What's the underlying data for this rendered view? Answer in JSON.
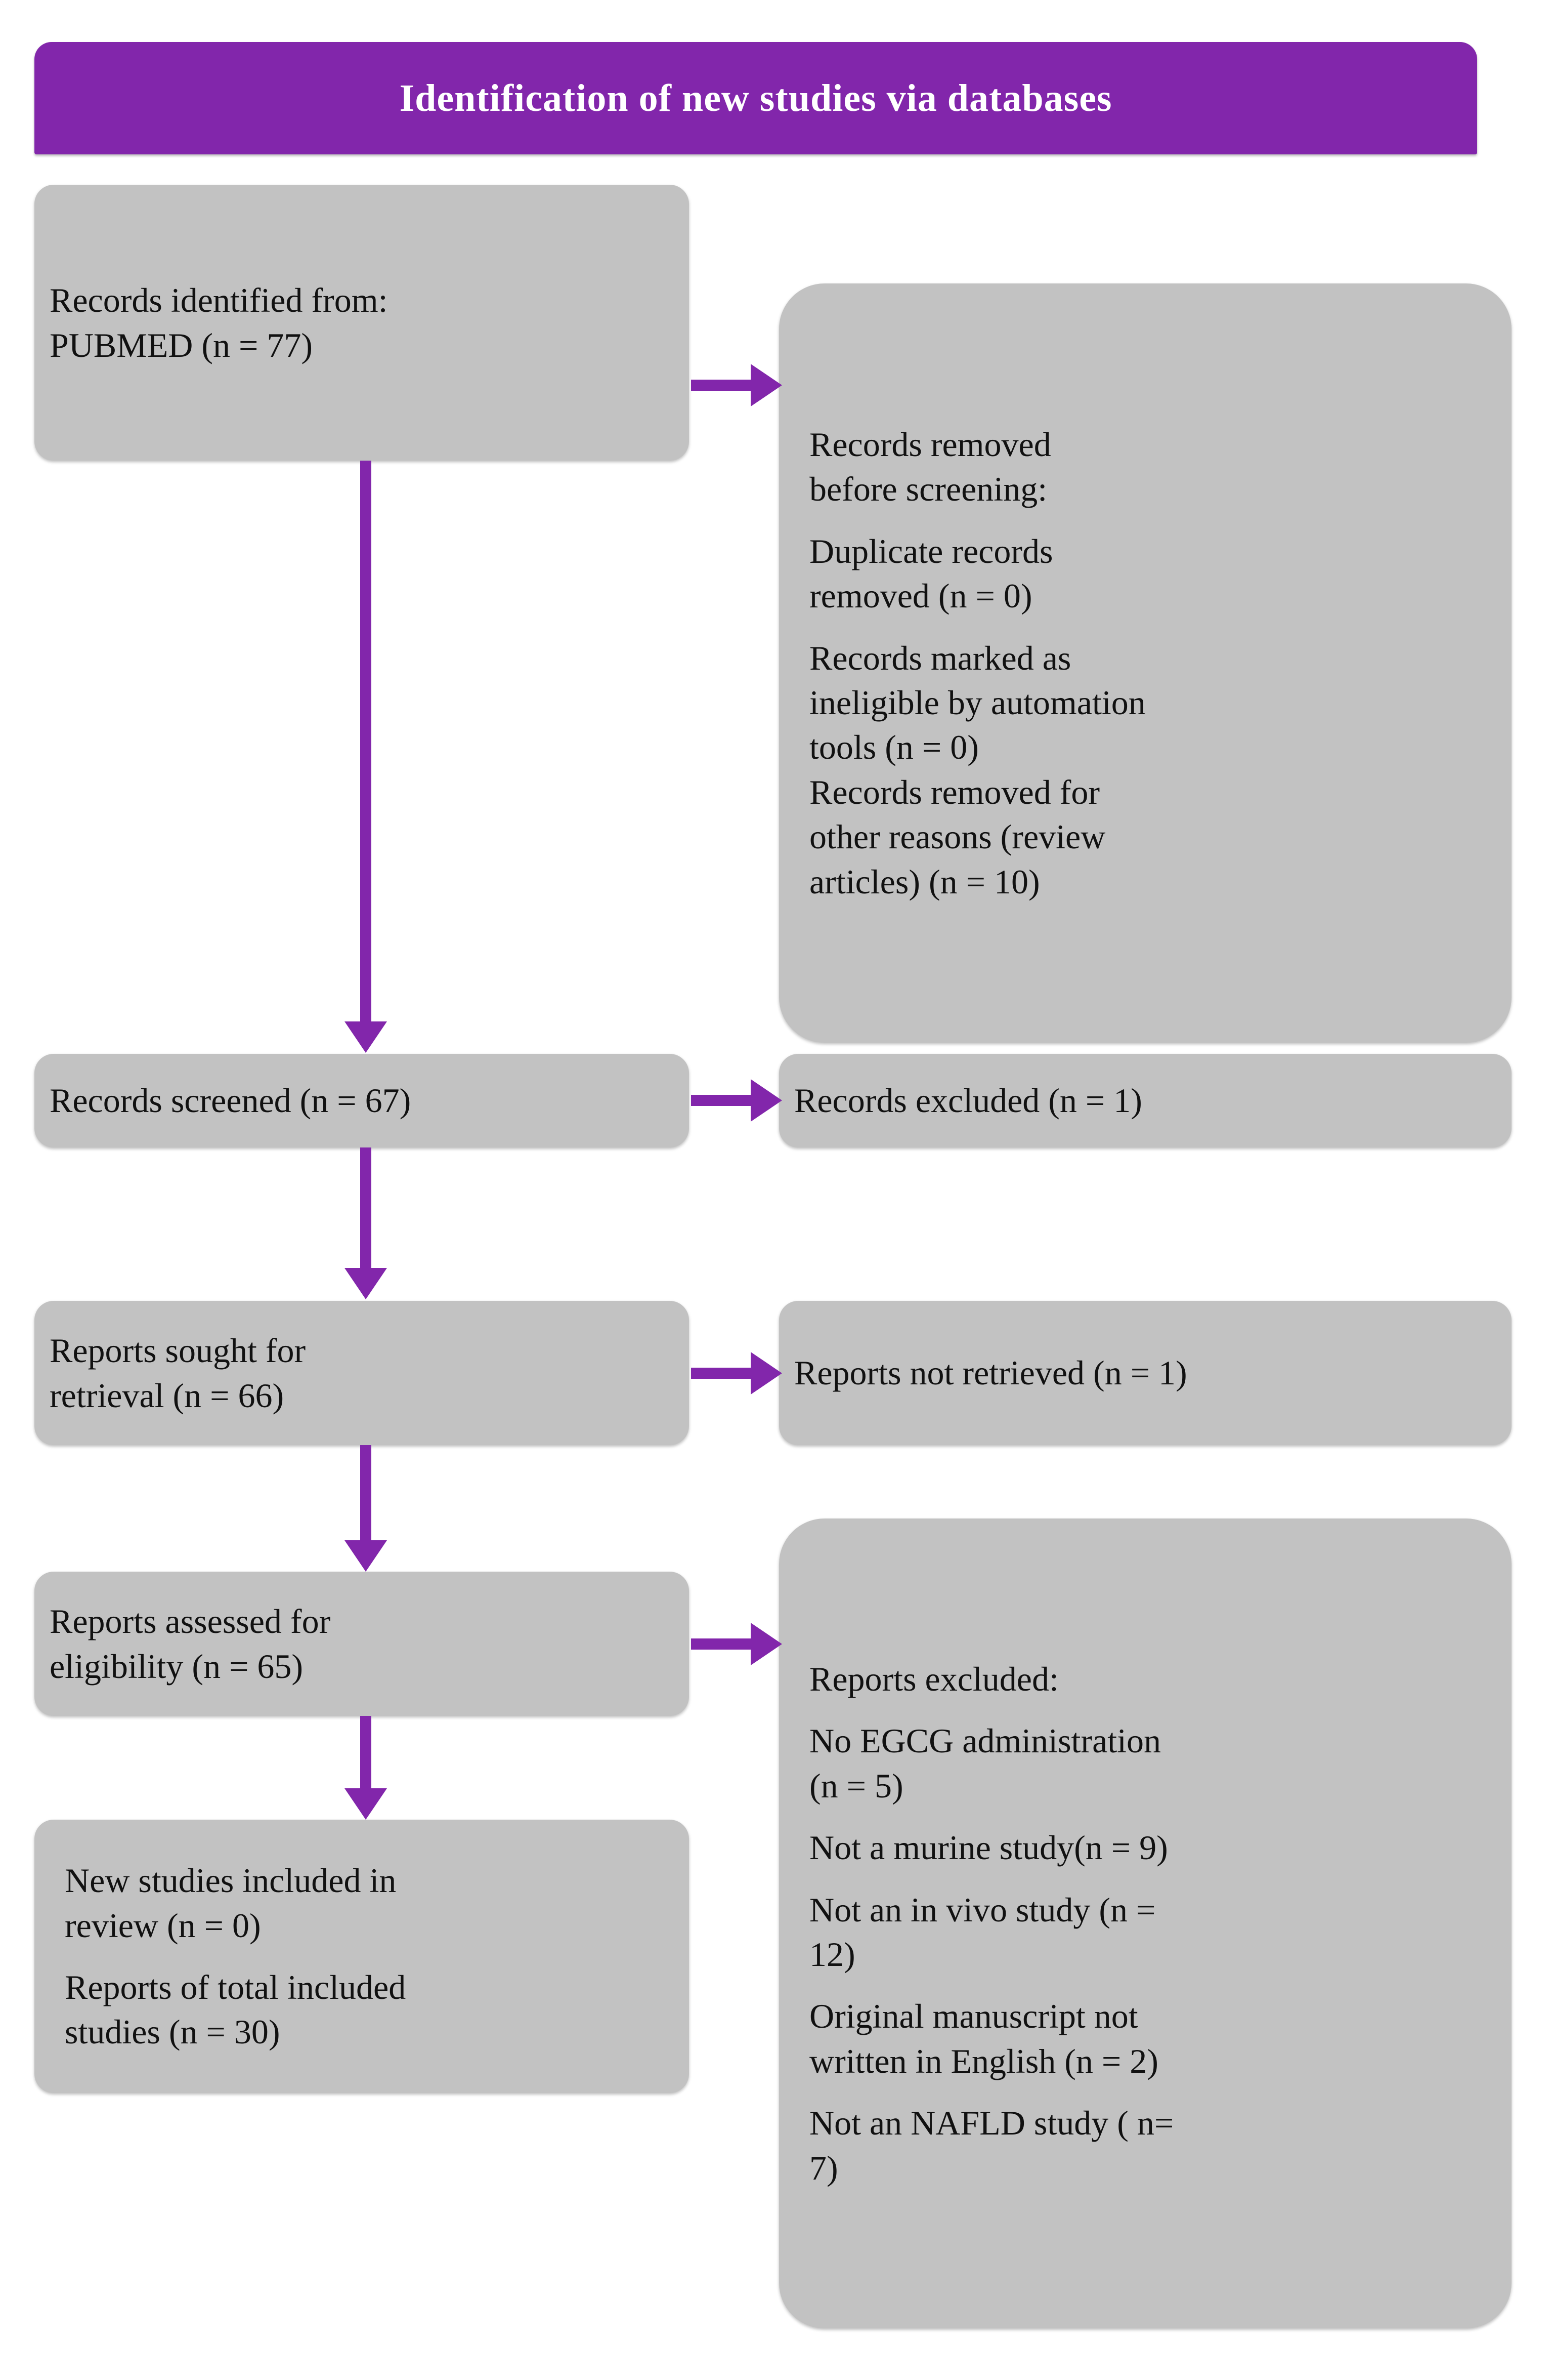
{
  "colors": {
    "banner_purple": "#8226AB",
    "node_gray": "#C2C2C2",
    "arrow_purple": "#8226AB",
    "banner_text": "#FFFFFF",
    "node_text": "#111111"
  },
  "banner": {
    "title": "Identification of new studies via databases"
  },
  "nodes": {
    "identified": {
      "lines": [
        "Records identified from:\nPUBMED (n = 77)"
      ]
    },
    "removed_before_screening": {
      "lines": [
        "Records removed\nbefore screening:",
        "Duplicate records\nremoved (n = 0)",
        "Records marked as\nineligible by automation\ntools (n = 0)\nRecords removed for\nother reasons (review\narticles) (n = 10)"
      ]
    },
    "screened": {
      "lines": [
        "Records screened (n = 67)"
      ]
    },
    "records_excluded": {
      "lines": [
        "Records excluded (n = 1)"
      ]
    },
    "sought": {
      "lines": [
        "Reports sought for\nretrieval (n = 66)"
      ]
    },
    "not_retrieved": {
      "lines": [
        "Reports not retrieved (n = 1)"
      ]
    },
    "assessed": {
      "lines": [
        "Reports assessed for\neligibility (n = 65)"
      ]
    },
    "reports_excluded": {
      "lines": [
        "Reports excluded:",
        "No EGCG administration\n(n = 5)",
        "Not a murine study(n = 9)",
        "Not an in vivo study (n =\n12)",
        "Original manuscript not\nwritten in English (n = 2)",
        "Not an NAFLD study ( n=\n7)"
      ]
    },
    "included": {
      "lines": [
        "New studies included in\nreview (n = 0)",
        "Reports of total included\nstudies (n = 30)"
      ]
    }
  },
  "chart_data": {
    "type": "flowchart",
    "title": "Identification of new studies via databases",
    "stages": [
      {
        "stage": "Identification",
        "label": "Records identified from: PUBMED",
        "n": 77
      },
      {
        "stage": "Identification",
        "label": "Duplicate records removed",
        "n": 0
      },
      {
        "stage": "Identification",
        "label": "Records marked as ineligible by automation tools",
        "n": 0
      },
      {
        "stage": "Identification",
        "label": "Records removed for other reasons (review articles)",
        "n": 10
      },
      {
        "stage": "Screening",
        "label": "Records screened",
        "n": 67
      },
      {
        "stage": "Screening",
        "label": "Records excluded",
        "n": 1
      },
      {
        "stage": "Screening",
        "label": "Reports sought for retrieval",
        "n": 66
      },
      {
        "stage": "Screening",
        "label": "Reports not retrieved",
        "n": 1
      },
      {
        "stage": "Screening",
        "label": "Reports assessed for eligibility",
        "n": 65
      },
      {
        "stage": "Screening",
        "label": "No EGCG administration",
        "n": 5
      },
      {
        "stage": "Screening",
        "label": "Not a murine study",
        "n": 9
      },
      {
        "stage": "Screening",
        "label": "Not an in vivo study",
        "n": 12
      },
      {
        "stage": "Screening",
        "label": "Original manuscript not written in English",
        "n": 2
      },
      {
        "stage": "Screening",
        "label": "Not an NAFLD study",
        "n": 7
      },
      {
        "stage": "Included",
        "label": "New studies included in review",
        "n": 0
      },
      {
        "stage": "Included",
        "label": "Reports of total included studies",
        "n": 30
      }
    ]
  }
}
